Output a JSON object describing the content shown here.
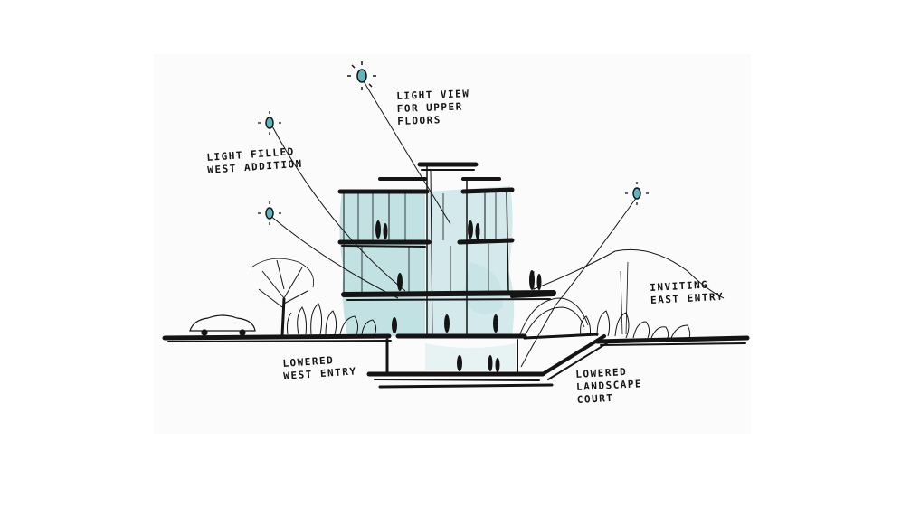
{
  "annotations": {
    "light_view": [
      "Light view",
      "for upper",
      "floors"
    ],
    "light_west": [
      "Light filled",
      "west addition"
    ],
    "inviting_east": [
      "Inviting",
      "east entry"
    ],
    "lowered_west": [
      "Lowered",
      "west entry"
    ],
    "lowered_landscape": [
      "Lowered",
      "landscape",
      "court"
    ]
  },
  "colors": {
    "ink": "#141414",
    "glass": "#7fc3c8",
    "sun": "#5bb6bd"
  },
  "icons": [
    "sun-icon",
    "tree-icon",
    "car-icon",
    "person-icon",
    "shrub-icon"
  ]
}
